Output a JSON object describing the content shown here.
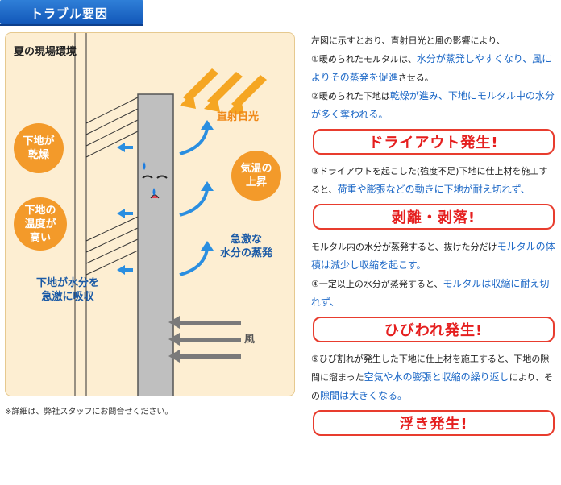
{
  "header": {
    "title": "トラブル要因"
  },
  "panel": {
    "title": "夏の現場環境",
    "bubbles": {
      "dry": "下地が\n乾燥",
      "temp": "下地の\n温度が\n高い",
      "rise": "気温の\n上昇"
    },
    "labels": {
      "sun": "直射日光",
      "evap": "急激な\n水分の蒸発",
      "absorb": "下地が水分を\n急激に吸収",
      "wind": "風"
    }
  },
  "footnote": "※詳細は、弊社スタッフにお問合せください。",
  "sections": [
    {
      "segments": [
        {
          "text": "左図に示すとおり、直射日光と風の影響により、",
          "hl": false
        },
        {
          "text": "①暖められたモルタルは、",
          "hl": false
        },
        {
          "text": "水分が蒸発しやすくなり、風によりその蒸発を促進",
          "hl": true
        },
        {
          "text": "させる。",
          "hl": false
        },
        {
          "text": "②暖められた下地は",
          "hl": false
        },
        {
          "text": "乾燥が進み、下地にモルタル中の水分が多く奪われる。",
          "hl": true
        }
      ],
      "result": "ドライアウト発生!"
    },
    {
      "segments": [
        {
          "text": "③ドライアウトを起こした(強度不足)下地に仕上材を施工すると、",
          "hl": false
        },
        {
          "text": "荷重や膨張などの動きに下地が耐え切れず、",
          "hl": true
        }
      ],
      "result": "剥離・剥落!"
    },
    {
      "segments": [
        {
          "text": "モルタル内の水分が蒸発すると、抜けた分だけ",
          "hl": false
        },
        {
          "text": "モルタルの体積は減少し収縮を起こす。",
          "hl": true
        },
        {
          "text": "④一定以上の水分が蒸発すると、",
          "hl": false
        },
        {
          "text": "モルタルは収縮に耐え切れず、",
          "hl": true
        }
      ],
      "result": "ひびわれ発生!"
    },
    {
      "segments": [
        {
          "text": "⑤ひび割れが発生した下地に仕上材を施工すると、下地の隙間に溜まった",
          "hl": false
        },
        {
          "text": "空気や水の膨張と収縮の繰り返し",
          "hl": true
        },
        {
          "text": "により、その",
          "hl": false
        },
        {
          "text": "隙間は大きくなる。",
          "hl": true
        }
      ],
      "result": "浮き発生!"
    }
  ],
  "colors": {
    "header": "#1257b8",
    "panel_bg": "#fdeed2",
    "bubble": "#f39a2a",
    "sun_arrow": "#f5a623",
    "blue_arrow": "#2a8ee0",
    "wind_arrow": "#7a7a7a",
    "result_red": "#e51e1e",
    "highlight_blue": "#1b67c6"
  }
}
